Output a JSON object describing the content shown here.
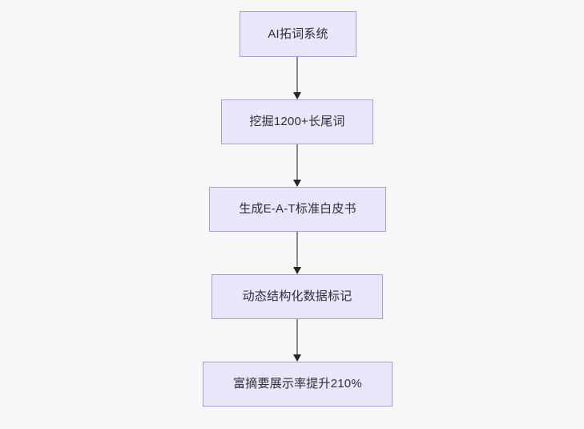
{
  "diagram": {
    "type": "flowchart",
    "direction": "top-to-bottom",
    "background_color": "#f7f7f7",
    "node_fill_color": "#e9e5fb",
    "node_border_color": "#b197e0",
    "node_text_color": "#2f2f35",
    "edge_color": "#8a8a8a",
    "arrowhead_color": "#252525",
    "nodes": [
      {
        "id": "n1",
        "label": "AI拓词系统"
      },
      {
        "id": "n2",
        "label": "挖掘1200+长尾词"
      },
      {
        "id": "n3",
        "label": "生成E-A-T标准白皮书"
      },
      {
        "id": "n4",
        "label": "动态结构化数据标记"
      },
      {
        "id": "n5",
        "label": "富摘要展示率提升210%"
      }
    ],
    "edges": [
      {
        "id": "e1",
        "from": "n1",
        "to": "n2",
        "label": ""
      },
      {
        "id": "e2",
        "from": "n2",
        "to": "n3",
        "label": ""
      },
      {
        "id": "e3",
        "from": "n3",
        "to": "n4",
        "label": ""
      },
      {
        "id": "e4",
        "from": "n4",
        "to": "n5",
        "label": ""
      }
    ]
  }
}
